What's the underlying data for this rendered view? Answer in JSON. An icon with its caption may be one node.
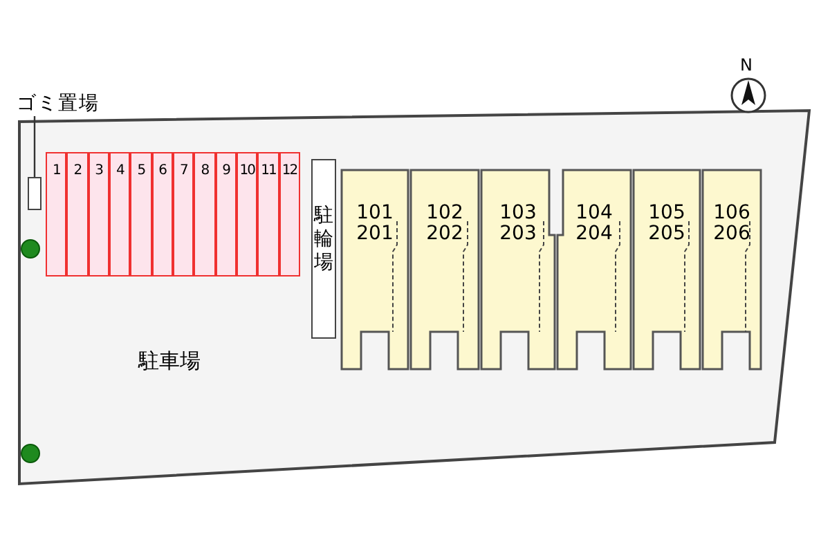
{
  "diagram": {
    "nodes": [
      {
        "text": [
          "1"
        ]
      },
      {
        "text": [
          "2"
        ]
      },
      {
        "text": [
          "3"
        ]
      },
      {
        "text": [
          "4"
        ]
      },
      {
        "text": [
          "5"
        ]
      },
      {
        "text": [
          "6"
        ]
      },
      {
        "text": [
          "7"
        ]
      },
      {
        "text": [
          "8"
        ]
      },
      {
        "text": [
          "9"
        ]
      },
      {
        "text": [
          "10"
        ]
      },
      {
        "text": [
          "11"
        ]
      },
      {
        "text": [
          "12"
        ]
      },
      {
        "text": [
          "駐輪場"
        ]
      },
      {
        "text": [
          "101",
          "201"
        ]
      },
      {
        "text": [
          "102",
          "202"
        ]
      },
      {
        "text": [
          "103",
          "203"
        ]
      },
      {
        "text": [
          "104",
          "204"
        ]
      },
      {
        "text": [
          "105",
          "205"
        ]
      },
      {
        "text": [
          "106",
          "206"
        ]
      },
      {
        "text": [
          "ゴミ置場"
        ]
      },
      {
        "text": [],
        "shape": "box"
      }
    ],
    "edges": [
      {
        "from": 19,
        "to": 20,
        "arrow": "none"
      }
    ],
    "labels": [
      "N",
      "駐車場"
    ]
  }
}
